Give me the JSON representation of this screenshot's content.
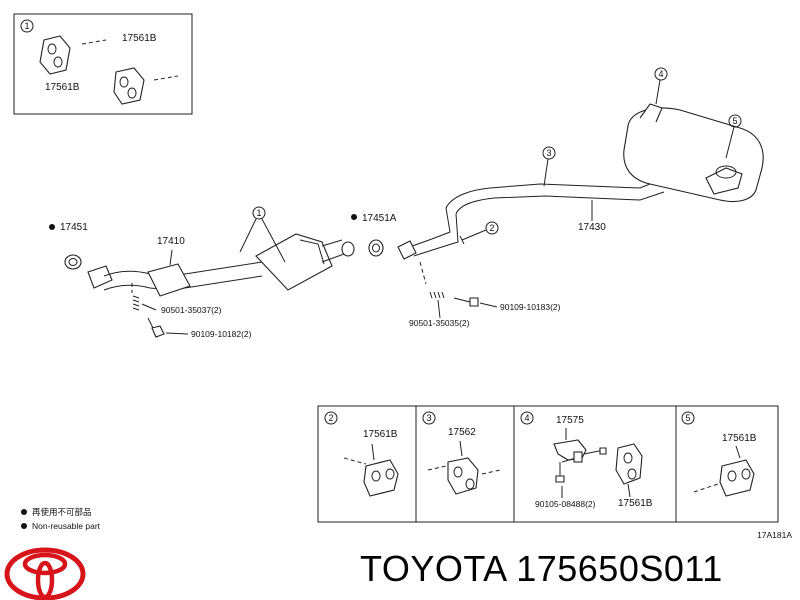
{
  "parts": {
    "p17561B_a": "17561B",
    "p17561B_b": "17561B",
    "p17451": "17451",
    "p17410": "17410",
    "p17451A": "17451A",
    "p17430": "17430",
    "p90501_35037": "90501-35037(2)",
    "p90109_10182": "90109-10182(2)",
    "p90109_10183": "90109-10183(2)",
    "p90501_35035": "90501-35035(2)",
    "p17561B_2": "17561B",
    "p17562": "17562",
    "p17575": "17575",
    "p90105_08488": "90105-08488(2)",
    "p17561B_4": "17561B",
    "p17561B_5": "17561B"
  },
  "callouts": {
    "c1a": "1",
    "c1b": "1",
    "c2": "2",
    "c3": "3",
    "c4": "4",
    "c5": "5",
    "box2": "2",
    "box3": "3",
    "box4": "4",
    "box5": "5"
  },
  "legend": {
    "not_reusable_jp": "再使用不可部品",
    "not_reusable_en": "Non-reusable part"
  },
  "diagram_code": "17A181A",
  "footer": {
    "brand": "TOYOTA",
    "part_number": "175650S011"
  },
  "colors": {
    "logo_red": "#d7141a",
    "line": "#222222"
  }
}
